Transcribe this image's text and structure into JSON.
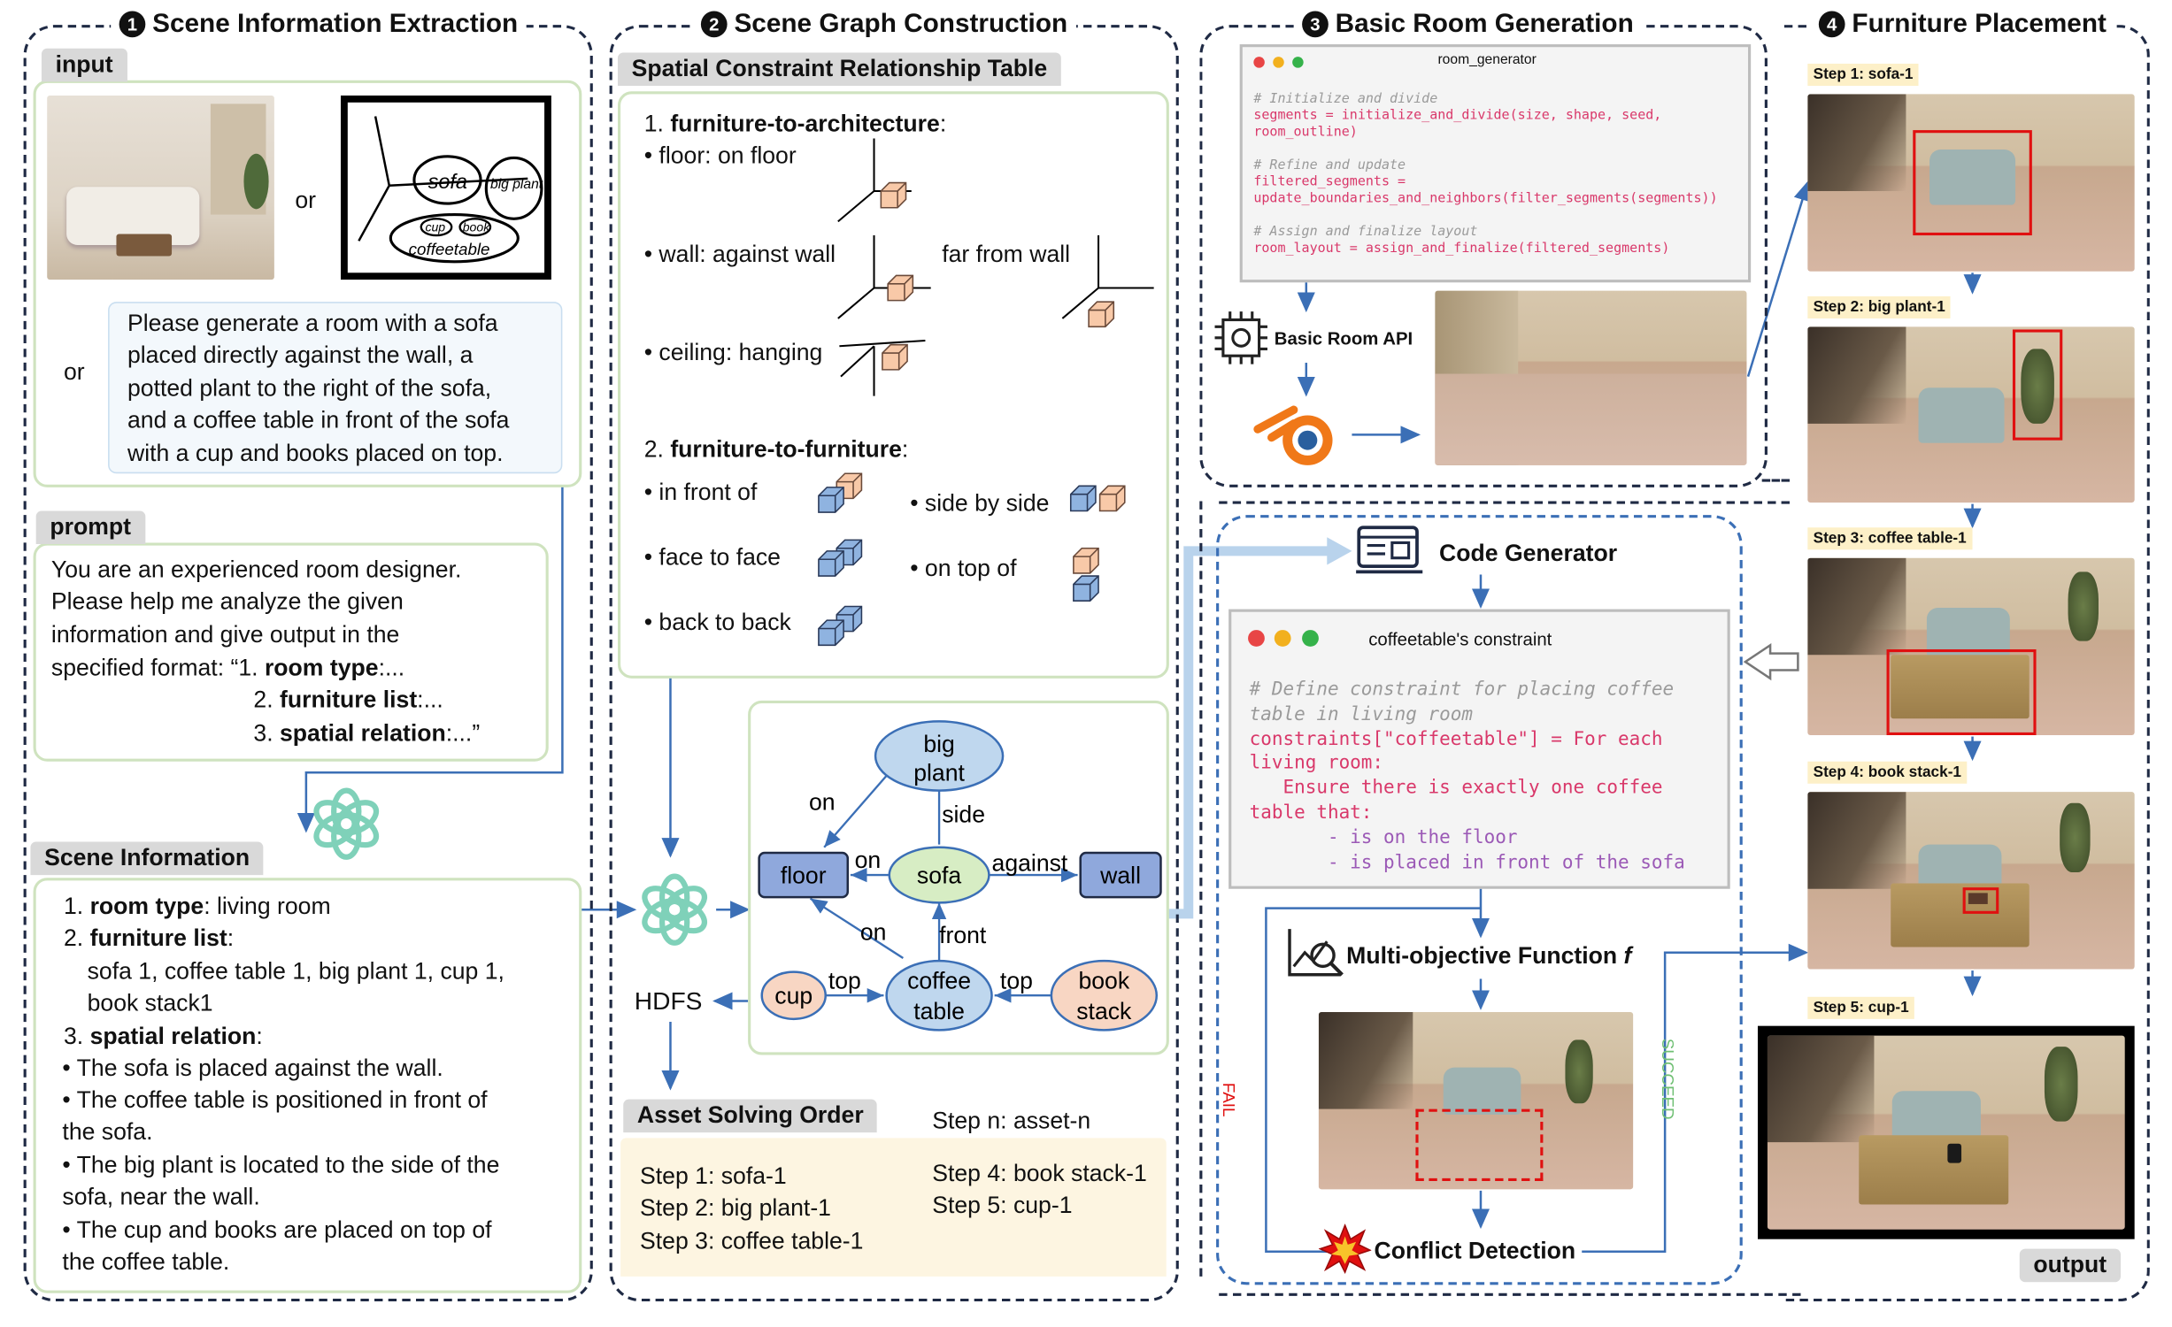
{
  "panels": {
    "p1_num": "1",
    "p1_title": "Scene Information Extraction",
    "p2_num": "2",
    "p2_title": "Scene Graph Construction",
    "p3_num": "3",
    "p3_title": "Basic Room Generation",
    "p4_num": "4",
    "p4_title": "Furniture Placement"
  },
  "input": {
    "tab": "input",
    "or1": "or",
    "or2": "or",
    "sketch_labels": [
      "sofa",
      "big plant",
      "cup",
      "book",
      "coffeetable"
    ],
    "text_lines": [
      "Please generate a room with a sofa",
      "placed directly against the wall, a",
      "potted plant to the right of the sofa,",
      "and a coffee table in front of the sofa",
      "with a cup and books placed on top."
    ]
  },
  "prompt": {
    "tab": "prompt",
    "lines": [
      "You are an experienced room designer.",
      "Please help me analyze the given",
      "information and give output in the",
      "specified format: “1. "
    ],
    "line4_bold": "room type",
    "line4_tail": ":...",
    "l5_pre": "2. ",
    "l5_bold": "furniture list",
    "l5_tail": ":...",
    "l6_pre": "3. ",
    "l6_bold": "spatial relation",
    "l6_tail": ":...”"
  },
  "scene_info": {
    "tab": "Scene Information",
    "l1_pre": "1. ",
    "l1_bold": "room type",
    "l1_tail": ": living room",
    "l2_pre": "2. ",
    "l2_bold": "furniture list",
    "l2_tail": ":",
    "l3": "sofa 1, coffee table 1, big plant 1, cup 1,",
    "l4": "book stack1",
    "l5_pre": "3. ",
    "l5_bold": "spatial relation",
    "l5_tail": ":",
    "bullets": [
      "• The sofa is placed against the wall.",
      "• The coffee table is positioned in front of",
      "the sofa.",
      "• The big plant is located to the side of the",
      "sofa, near the wall.",
      "• The cup and books are placed on top of",
      "the coffee table."
    ]
  },
  "constraint_table": {
    "tab": "Spatial Constraint Relationship Table",
    "h1_pre": "1. ",
    "h1_bold": "furniture-to-architecture",
    "h1_tail": ":",
    "floor": "• floor: on floor",
    "wall": "• wall: against wall",
    "far": "far from wall",
    "ceiling": "• ceiling: hanging",
    "h2_pre": "2. ",
    "h2_bold": "furniture-to-furniture",
    "h2_tail": ":",
    "front": "• in front of",
    "side": "• side by side",
    "face": "• face to face",
    "top": "• on top of",
    "back": "• back to back"
  },
  "graph": {
    "nodes": {
      "big_plant": [
        "big",
        "plant"
      ],
      "floor": "floor",
      "sofa": "sofa",
      "wall": "wall",
      "cup": "cup",
      "coffee_table": [
        "coffee",
        "table"
      ],
      "book_stack": [
        "book",
        "stack"
      ]
    },
    "edges": {
      "on1": "on",
      "side": "side",
      "on2": "on",
      "against": "against",
      "on3": "on",
      "front": "front",
      "top1": "top",
      "top2": "top"
    },
    "colors": {
      "floor": "#8fa8dc",
      "wall": "#8fa8dc",
      "sofa": "#d7edc4",
      "blue_node": "#bfd7ee",
      "cup": "#f8d6c3",
      "book": "#f8d6c3"
    }
  },
  "hdfs": "HDFS",
  "order": {
    "tab": "Asset Solving Order",
    "stepn": "Step n: asset-n",
    "left": [
      "Step 1: sofa-1",
      "Step 2: big plant-1",
      "Step 3: coffee table-1"
    ],
    "right": [
      "Step 4: book stack-1",
      "Step 5: cup-1"
    ]
  },
  "room_gen": {
    "window_title": "room_generator",
    "code": [
      {
        "t": "# Initialize and divide",
        "c": "comment"
      },
      {
        "t": "segments = initialize_and_divide(size, shape, seed,",
        "c": "code"
      },
      {
        "t": "room_outline)",
        "c": "code"
      },
      {
        "t": "",
        "c": "code"
      },
      {
        "t": "# Refine and update",
        "c": "comment"
      },
      {
        "t": "filtered_segments =",
        "c": "code"
      },
      {
        "t": "update_boundaries_and_neighbors(filter_segments(segments))",
        "c": "code"
      },
      {
        "t": "",
        "c": "code"
      },
      {
        "t": "# Assign and finalize layout",
        "c": "comment"
      },
      {
        "t": "room_layout = assign_and_finalize(filtered_segments)",
        "c": "code"
      }
    ],
    "api_label": "Basic Room API"
  },
  "code_gen": {
    "title": "Code Generator",
    "window_title": "coffeetable's constraint",
    "lines": [
      {
        "t": "# Define constraint for placing coffee",
        "c": "comment"
      },
      {
        "t": "table in living room",
        "c": "comment"
      },
      {
        "t": "constraints[\"coffeetable\"] = For each",
        "c": "red"
      },
      {
        "t": "living room:",
        "c": "red"
      },
      {
        "t": "   Ensure there is exactly one coffee",
        "c": "red"
      },
      {
        "t": "table that:",
        "c": "red"
      },
      {
        "t": "       - is on the floor",
        "c": "purple"
      },
      {
        "t": "       - is placed in front of the sofa",
        "c": "purple"
      }
    ],
    "mof_label": "Multi-objective Function ",
    "mof_f": "f",
    "fail": "FAIL",
    "succeed": "SUCCEED",
    "conflict": "Conflict Detection"
  },
  "furniture_steps": [
    "Step 1: sofa-1",
    "Step 2: big plant-1",
    "Step 3: coffee table-1",
    "Step 4: book stack-1",
    "Step 5: cup-1"
  ],
  "output": "output",
  "colors": {
    "accent_blue": "#3b6fb6",
    "code_red": "#d9386a",
    "code_purple": "#9b59b6",
    "comment": "#9a9a9a",
    "green_text": "#6fbf73",
    "red_box": "#e01010"
  }
}
